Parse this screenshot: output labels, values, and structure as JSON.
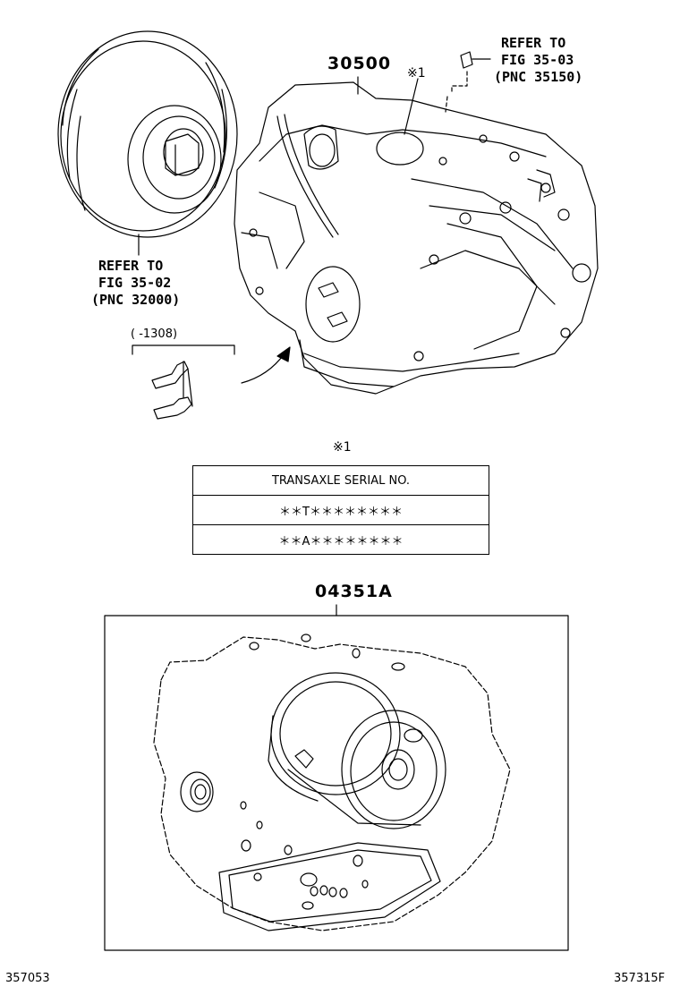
{
  "callouts": {
    "main_part": "30500",
    "kit_part": "04351A",
    "mark_top": "※1",
    "mark_table": "※1",
    "bracket_note": "( -1308)",
    "refer_left": {
      "line1": "REFER TO",
      "line2": "FIG 35-02",
      "line3": "(PNC 32000)"
    },
    "refer_right": {
      "line1": "REFER TO",
      "line2": "FIG 35-03",
      "line3": "(PNC 35150)"
    }
  },
  "serial_table": {
    "header": "TRANSAXLE SERIAL NO.",
    "rows": [
      "＊＊T＊＊＊＊＊＊＊＊",
      "＊＊A＊＊＊＊＊＊＊＊"
    ]
  },
  "footer": {
    "left": "357053",
    "right": "357315F"
  }
}
